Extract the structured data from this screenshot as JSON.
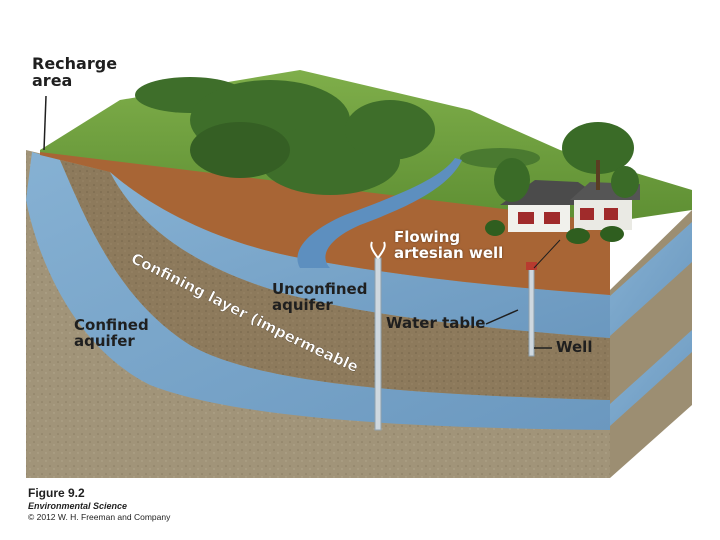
{
  "labels": {
    "recharge_area": [
      "Recharge",
      "area"
    ],
    "flowing_artesian_well": [
      "Flowing",
      "artesian well"
    ],
    "unconfined_aquifer": [
      "Unconfined",
      "aquifer"
    ],
    "confined_aquifer": [
      "Confined",
      "aquifer"
    ],
    "water_table": "Water table",
    "well": "Well",
    "confining_layer": "Confining layer (impermeable)"
  },
  "caption": {
    "figure": "Figure 9.2",
    "book": "Environmental Science",
    "copyright": "© 2012 W. H. Freeman and Company"
  },
  "colors": {
    "grass": "#6a9a3a",
    "topsoil": "#a86535",
    "water": "#7aa5c8",
    "confining": "#8d7a5c",
    "bedrock": "#a19479",
    "river": "#5d8fbf",
    "trees": "#3e6e2a"
  },
  "icons": [
    "house-icon",
    "tree-icon",
    "well-pipe-icon"
  ]
}
